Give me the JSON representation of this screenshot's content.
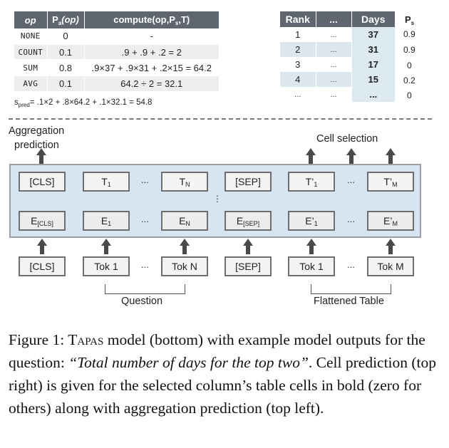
{
  "aggregation_table": {
    "headers": {
      "op": "op",
      "pa_main": "P",
      "pa_sub": "a",
      "pa_tail": "(op)",
      "compute_main": "compute(op,P",
      "compute_sub": "s",
      "compute_tail": ",T)"
    },
    "rows": [
      {
        "op": "NONE",
        "pa": "0",
        "compute": "-"
      },
      {
        "op": "COUNT",
        "pa": "0.1",
        "compute": ".9 + .9 + .2 = 2"
      },
      {
        "op": "SUM",
        "pa": "0.8",
        "compute": ".9×37 + .9×31 + .2×15 = 64.2"
      },
      {
        "op": "AVG",
        "pa": "0.1",
        "compute": "64.2 ÷ 2 = 32.1"
      }
    ]
  },
  "s_pred": {
    "s": "s",
    "sub": "pred",
    "formula": "= .1×2 + .8×64.2 + .1×32.1 = 54.8"
  },
  "rank_table": {
    "headers": [
      "Rank",
      "...",
      "Days"
    ],
    "rows": [
      {
        "rank": "1",
        "mid": "...",
        "days": "37"
      },
      {
        "rank": "2",
        "mid": "...",
        "days": "31"
      },
      {
        "rank": "3",
        "mid": "...",
        "days": "17"
      },
      {
        "rank": "4",
        "mid": "...",
        "days": "15"
      },
      {
        "rank": "...",
        "mid": "...",
        "days": "..."
      }
    ],
    "ps_header": {
      "p": "P",
      "sub": "s"
    },
    "ps_values": [
      "0.9",
      "0.9",
      "0",
      "0.2",
      "0"
    ]
  },
  "model": {
    "aggregation_label_line1": "Aggregation",
    "aggregation_label_line2": "prediction",
    "cell_selection_label": "Cell selection",
    "output_row": {
      "cls": "[CLS]",
      "t1": {
        "main": "T",
        "sub": "1"
      },
      "tn": {
        "main": "T",
        "sub": "N"
      },
      "sep": "[SEP]",
      "tp1": {
        "main": "T’",
        "sub": "1"
      },
      "tpm": {
        "main": "T’",
        "sub": "M"
      }
    },
    "embedding_row": {
      "ecls": {
        "main": "E",
        "sub": "[CLS]"
      },
      "e1": {
        "main": "E",
        "sub": "1"
      },
      "en": {
        "main": "E",
        "sub": "N"
      },
      "esep": {
        "main": "E",
        "sub": "[SEP]"
      },
      "ep1": {
        "main": "E’",
        "sub": "1"
      },
      "epm": {
        "main": "E’",
        "sub": "M"
      }
    },
    "token_row": {
      "cls": "[CLS]",
      "tok1": "Tok 1",
      "tokn": "Tok N",
      "sep": "[SEP]",
      "ttok1": "Tok 1",
      "ttokm": "Tok M"
    },
    "ellipsis": "...",
    "vertical_ellipsis": "⋮",
    "question_label": "Question",
    "flattened_label": "Flattened Table"
  },
  "caption": {
    "prefix": "Figure 1: T",
    "apas": "apas",
    "part1": " model (bottom) with example model outputs for the question: ",
    "question": "“Total number of days for the top two”",
    "part2": ".  Cell prediction (top right) is given for the selected column’s table cells in bold (zero for others) along with aggregation prediction (top left)."
  }
}
